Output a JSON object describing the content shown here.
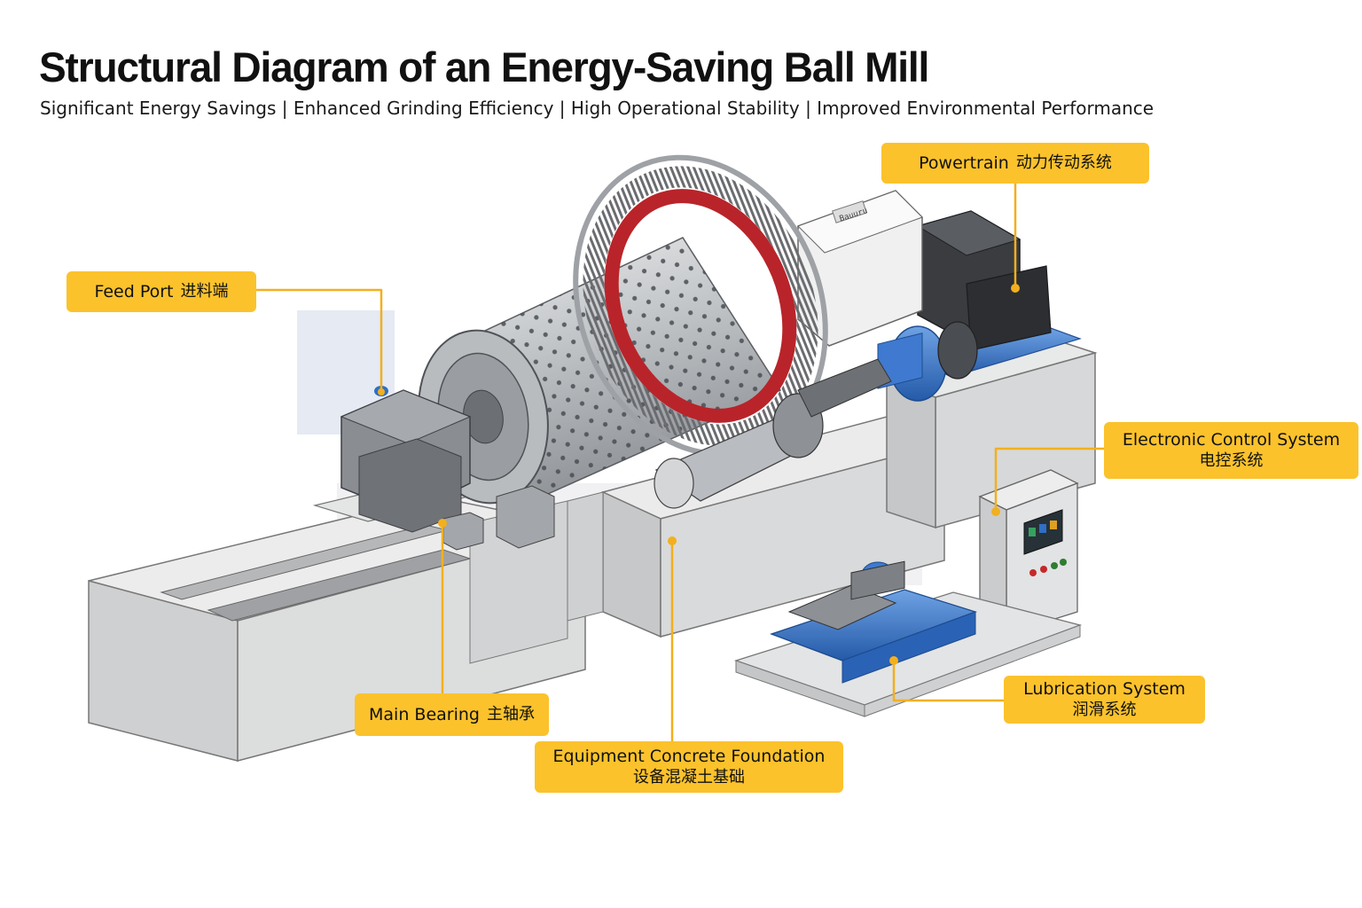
{
  "header": {
    "title": "Structural Diagram of an Energy-Saving Ball Mill",
    "subtitle": "Significant Energy Savings | Enhanced Grinding Efficiency | High Operational Stability | Improved Environmental Performance"
  },
  "labels": {
    "powertrain": {
      "en": "Powertrain",
      "zh": "动力传动系统"
    },
    "feed_port": {
      "en": "Feed Port",
      "zh": "进料端"
    },
    "electronic_control": {
      "en": "Electronic Control System",
      "zh": "电控系统"
    },
    "main_bearing": {
      "en": "Main Bearing",
      "zh": "主轴承"
    },
    "lubrication": {
      "en": "Lubrication System",
      "zh": "润滑系统"
    },
    "foundation": {
      "en": "Equipment Concrete Foundation",
      "zh": "设备混凝土基础"
    }
  },
  "control_panel": {
    "brand_plate": "Bauuru"
  },
  "colors": {
    "label_bg": "#fbc22c",
    "leader": "#f2b01e",
    "concrete": "#d9dadb",
    "drum": "#b9bcc0",
    "gear_red": "#b8242a",
    "accent_blue": "#2f6fc4"
  }
}
